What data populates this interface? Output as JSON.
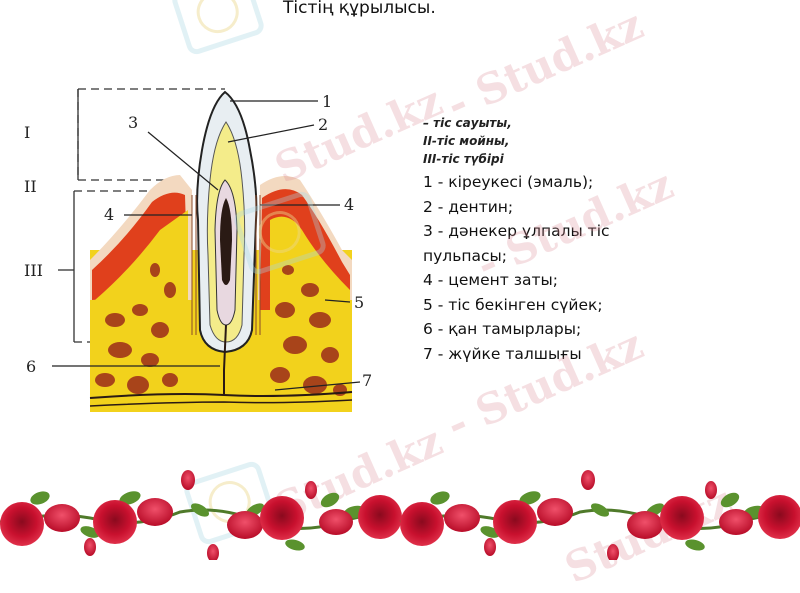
{
  "page": {
    "title": "Тістің құрылысы."
  },
  "diagram": {
    "region_labels": [
      "I",
      "II",
      "III"
    ],
    "number_labels": [
      "1",
      "2",
      "3",
      "4",
      "4",
      "5",
      "6",
      "7"
    ],
    "colors": {
      "enamel": "#e8eef2",
      "dentin": "#f4ec8a",
      "pulp": "#2a1a14",
      "gum": "#e0401c",
      "gum_outer": "#f3d9c0",
      "bone": "#f2d21c",
      "bone_cells": "#a8441a",
      "cement": "#8a4a2a"
    }
  },
  "legend": {
    "parts": [
      "– тіс  сауыты,",
      "II-тіс мойны,",
      "III-тіс түбірі"
    ],
    "items": [
      "1 - кіреукесі (эмаль);",
      "2 - дентин;",
      "3 - дәнекер ұлпалы тіс",
      "пульпасы;",
      "4 - цемент заты;",
      "5 - тіс бекінген сүйек;",
      "6 - қан тамырлары;",
      "7 - жүйке талшығы"
    ]
  },
  "watermark": {
    "text": "Stud.kz",
    "prefix": "- Stud.kz",
    "color": "#dc8c96"
  },
  "decoration": {
    "type": "rose-garland",
    "rose_color": "#c8102e",
    "leaf_color": "#4f8a2a"
  }
}
